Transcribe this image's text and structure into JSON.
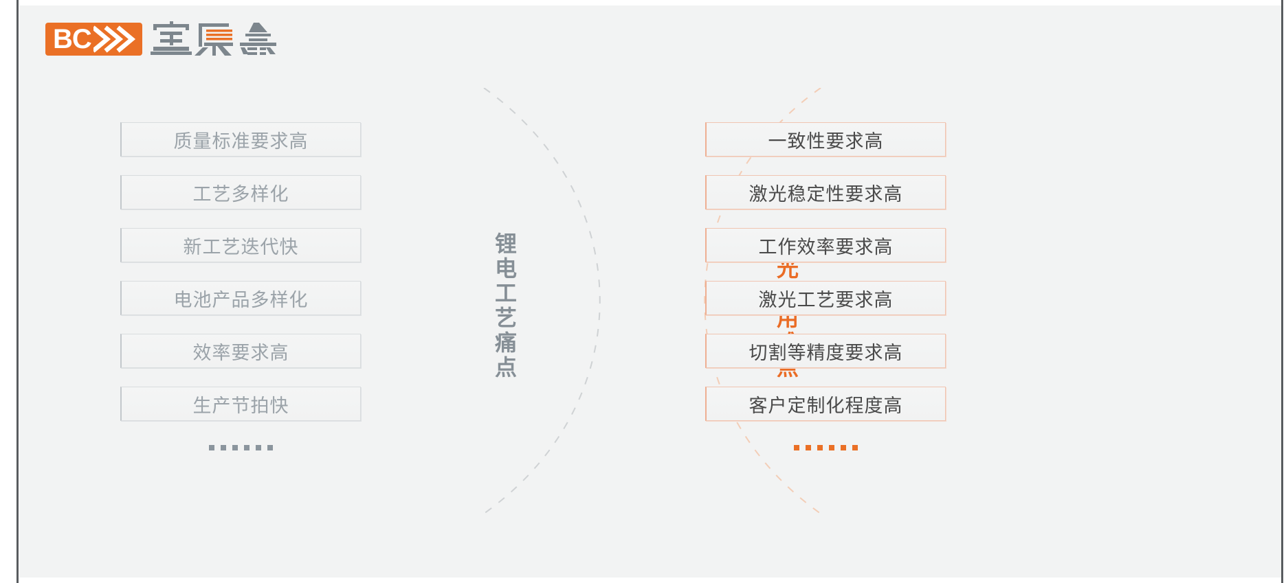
{
  "brand": {
    "mark_text": "BC",
    "mark_icon": "double-chevron-icon",
    "cn_name": "宝辰鑫",
    "accent_color": "#ea7026"
  },
  "left_column": {
    "vertical_label": "锂电工艺痛点",
    "label_color": "#868f96",
    "border_color": "#d9dcde",
    "text_color": "#9ba3a9",
    "items": [
      {
        "label": "质量标准要求高"
      },
      {
        "label": "工艺多样化"
      },
      {
        "label": "新工艺迭代快"
      },
      {
        "label": "电池产品多样化"
      },
      {
        "label": "效率要求高"
      },
      {
        "label": "生产节拍快"
      }
    ],
    "ellipsis_count": 6
  },
  "right_column": {
    "vertical_label": "激光应用难点",
    "label_color": "#ea6c25",
    "border_color": "#f0c4b1",
    "text_color": "#4a4a4a",
    "items": [
      {
        "label": "一致性要求高"
      },
      {
        "label": "激光稳定性要求高"
      },
      {
        "label": "工作效率要求高"
      },
      {
        "label": "激光工艺要求高"
      },
      {
        "label": "切割等精度要求高"
      },
      {
        "label": "客户定制化程度高"
      }
    ],
    "ellipsis_count": 6
  },
  "decor": {
    "left_arc": "dashed-arc-gray",
    "right_arc": "dashed-arc-orange",
    "background_color": "#f2f3f3"
  }
}
